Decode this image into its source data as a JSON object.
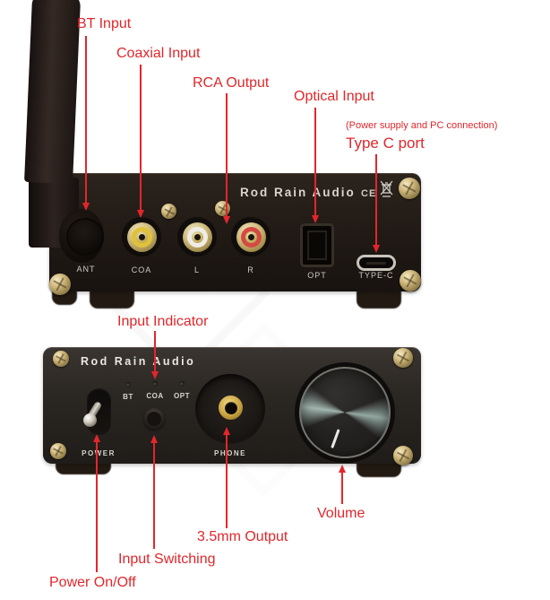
{
  "page": {
    "type": "annotated product diagram",
    "product": "Rod Rain Audio DAC amplifier, rear and front panel views"
  },
  "colors": {
    "annotation_red": "#e3262b",
    "chassis_black": "#221b16",
    "rca_yellow": "#e0c23a",
    "rca_white": "#efece6",
    "rca_red": "#d44a42",
    "gold_metal": "#cdb878",
    "knob_highlight": "#9fb5ad",
    "panel_text": "#ccc8c0"
  },
  "annotations": {
    "bt_input": "BT Input",
    "coaxial_input": "Coaxial Input",
    "rca_output": "RCA Output",
    "optical_input": "Optical Input",
    "typec_note": "(Power supply and PC connection)",
    "typec": "Type C port",
    "input_indicator": "Input Indicator",
    "volume": "Volume",
    "output_3_5mm": "3.5mm Output",
    "input_switching": "Input Switching",
    "power_onoff": "Power On/Off"
  },
  "back_panel": {
    "brand": "Rod Rain Audio",
    "ce_mark": "CE",
    "weee_icon": "crossed-out-wheelie-bin-icon",
    "port_labels": {
      "ant": "ANT",
      "coaxial": "COA",
      "rca_left": "L",
      "rca_right": "R",
      "optical": "OPT",
      "type_c": "TYPE-C"
    }
  },
  "front_panel": {
    "brand": "Rod Rain Audio",
    "led_labels": [
      "BT",
      "COA",
      "OPT"
    ],
    "power_label": "POWER",
    "phone_label": "PHONE"
  }
}
